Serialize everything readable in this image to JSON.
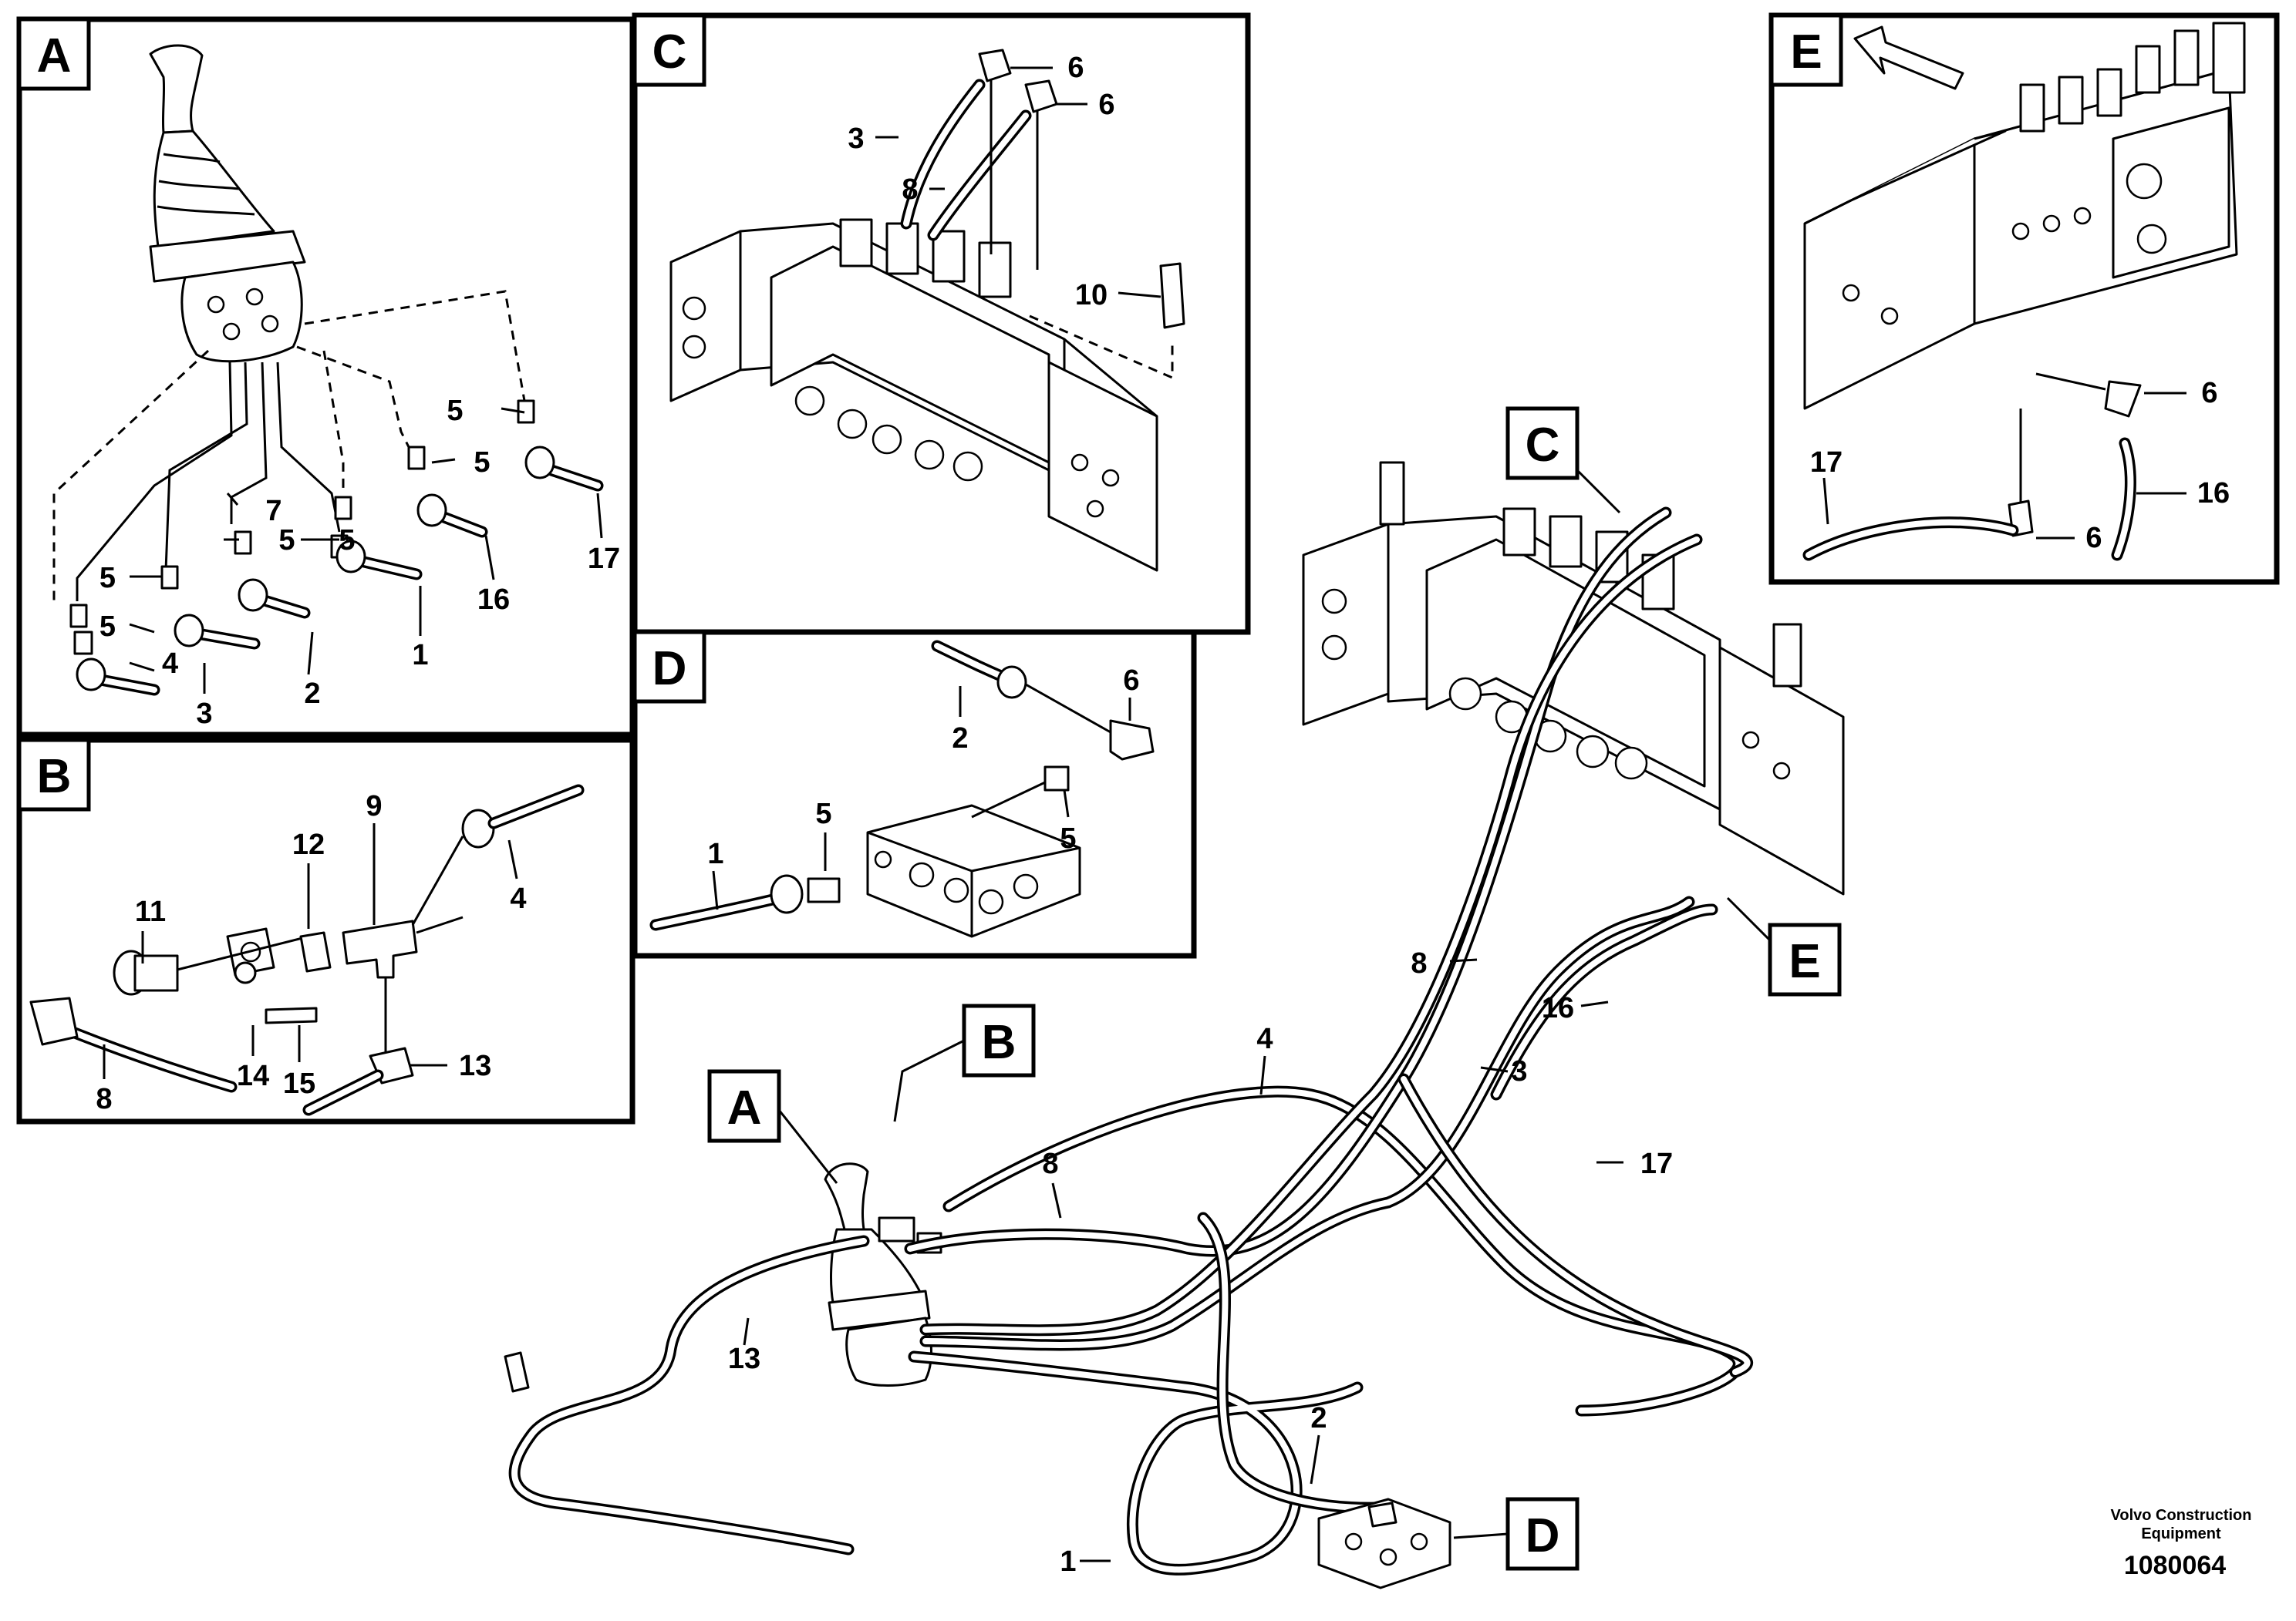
{
  "panels": {
    "A": {
      "label": "A",
      "callouts": [
        "5",
        "5",
        "7",
        "5",
        "5",
        "5",
        "5",
        "4",
        "3",
        "2",
        "1",
        "16",
        "17"
      ]
    },
    "B": {
      "label": "B",
      "callouts": [
        "11",
        "12",
        "9",
        "4",
        "14",
        "15",
        "13",
        "8"
      ]
    },
    "C": {
      "label": "C",
      "callouts": [
        "6",
        "6",
        "3",
        "8",
        "10"
      ]
    },
    "D": {
      "label": "D",
      "callouts": [
        "6",
        "2",
        "5",
        "5",
        "1"
      ]
    },
    "E": {
      "label": "E",
      "callouts": [
        "6",
        "17",
        "16",
        "6"
      ]
    }
  },
  "main": {
    "view_labels": [
      "A",
      "B",
      "C",
      "D",
      "E"
    ],
    "callouts": [
      "4",
      "8",
      "13",
      "8",
      "3",
      "16",
      "17",
      "2",
      "1"
    ]
  },
  "footer": {
    "brand_line1": "Volvo Construction",
    "brand_line2": "Equipment",
    "doc_number": "1080064"
  }
}
